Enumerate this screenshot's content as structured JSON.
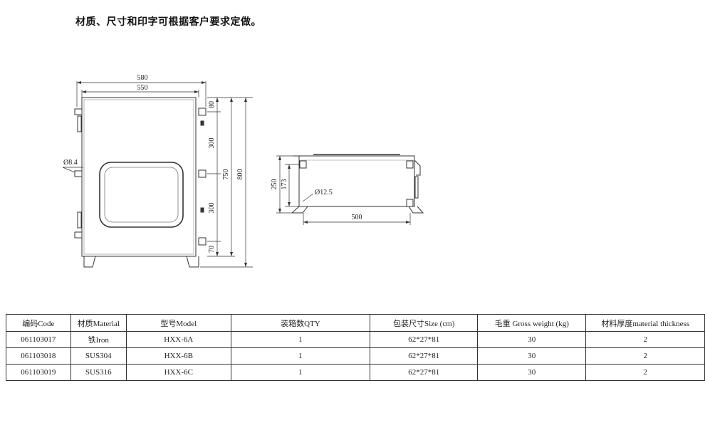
{
  "note": "材质、尺寸和印字可根据客户要求定做。",
  "front_view": {
    "dim_width_outer": "580",
    "dim_width_inner": "550",
    "dim_top_offset": "80",
    "dim_upper_spacing": "300",
    "dim_lower_spacing": "300",
    "dim_bottom_offset": "70",
    "dim_height_inner": "750",
    "dim_height_outer": "800",
    "hole_label": "Ø8.4"
  },
  "side_view": {
    "dim_height_outer": "250",
    "dim_height_inner": "173",
    "hole_label": "Ø12.5",
    "dim_depth": "500"
  },
  "spec_table": {
    "headers": [
      "编码Code",
      "材质Material",
      "型号Model",
      "装箱数QTY",
      "包装尺寸Size (cm)",
      "毛重 Gross weight (kg)",
      "材料厚度material thickness"
    ],
    "rows": [
      [
        "061103017",
        "铁Iron",
        "HXX-6A",
        "1",
        "62*27*81",
        "30",
        "2"
      ],
      [
        "061103018",
        "SUS304",
        "HXX-6B",
        "1",
        "62*27*81",
        "30",
        "2"
      ],
      [
        "061103019",
        "SUS316",
        "HXX-6C",
        "1",
        "62*27*81",
        "30",
        "2"
      ]
    ]
  }
}
